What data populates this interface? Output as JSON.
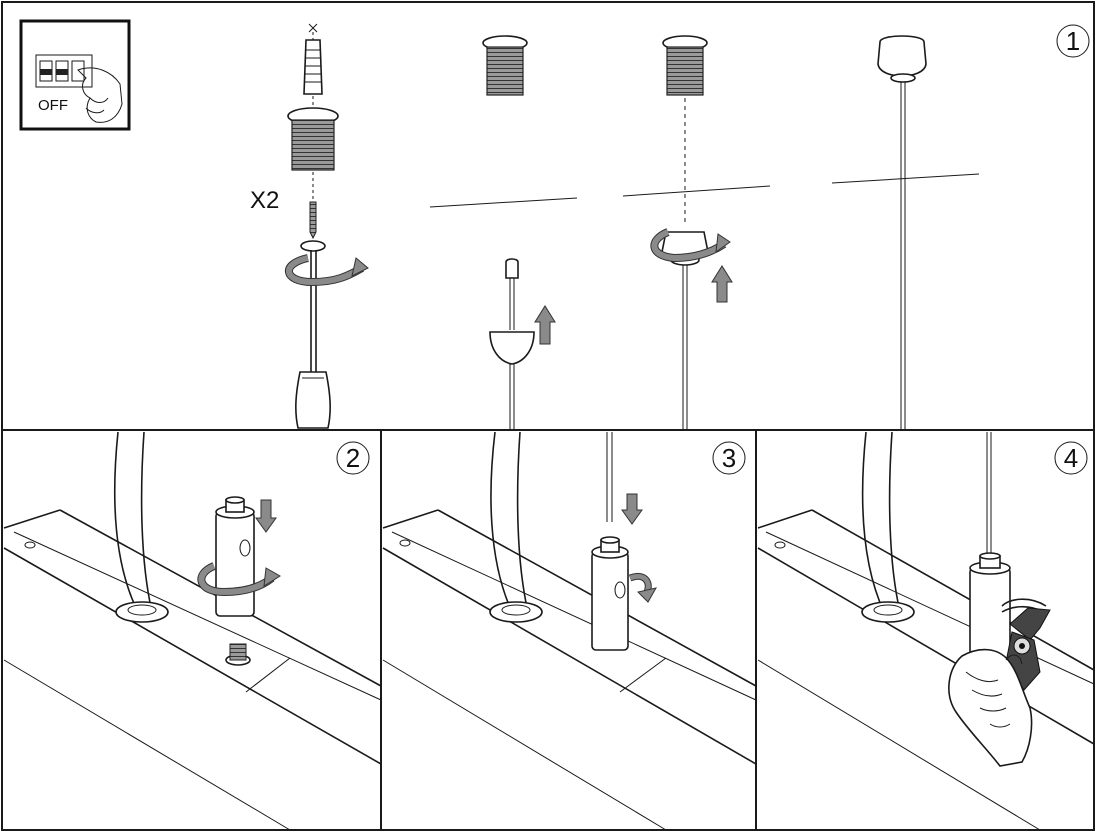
{
  "panel1": {
    "step": "1",
    "switch_label": "OFF",
    "quantity_label": "X2"
  },
  "panel2": {
    "step": "2"
  },
  "panel3": {
    "step": "3"
  },
  "panel4": {
    "step": "4"
  },
  "colors": {
    "arrow": "#8a8a8a",
    "line": "#1a1a1a",
    "background": "#ffffff"
  },
  "icons": [
    "power-switch-off-icon",
    "screwdriver-icon",
    "rotate-arrow-icon",
    "up-arrow-icon",
    "down-arrow-icon",
    "cutting-pliers-icon"
  ]
}
